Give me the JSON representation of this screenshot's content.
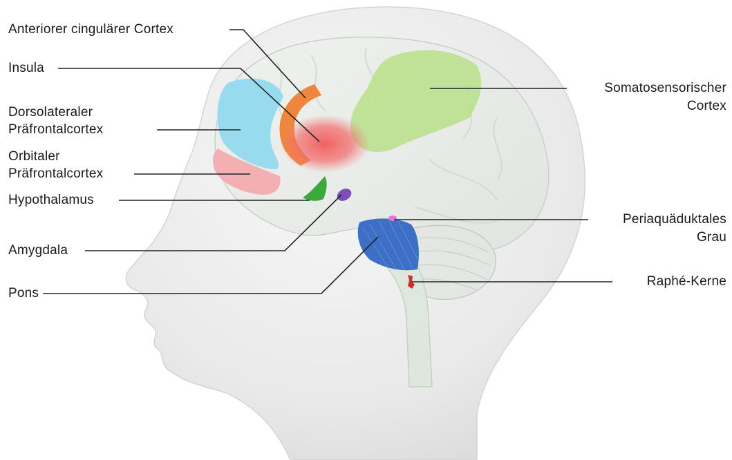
{
  "labels": {
    "anterior_cingulate": "Anteriorer cingulärer Cortex",
    "insula": "Insula",
    "dlpfc_line1": "Dorsolateraler",
    "dlpfc_line2": "Präfrontalcortex",
    "ofc_line1": "Orbitaler",
    "ofc_line2": "Präfrontalcortex",
    "hypothalamus": "Hypothalamus",
    "amygdala": "Amygdala",
    "pons": "Pons",
    "somatosensory_line1": "Somatosensorischer",
    "somatosensory_line2": "Cortex",
    "pag_line1": "Periaquäduktales",
    "pag_line2": "Grau",
    "raphe": "Raphé-Kerne"
  },
  "colors": {
    "anterior_cingulate": "#f07a2a",
    "insula": "#f25a5a",
    "dlpfc": "#8fd8f0",
    "ofc": "#f4a7ac",
    "hypothalamus": "#3aa83a",
    "amygdala": "#7b4fb5",
    "pons": "#3d6fc6",
    "somatosensory": "#b8e08a",
    "pag": "#e07bd0",
    "raphe": "#d42a2a",
    "head": "#ededed",
    "leader_line": "#222222"
  }
}
